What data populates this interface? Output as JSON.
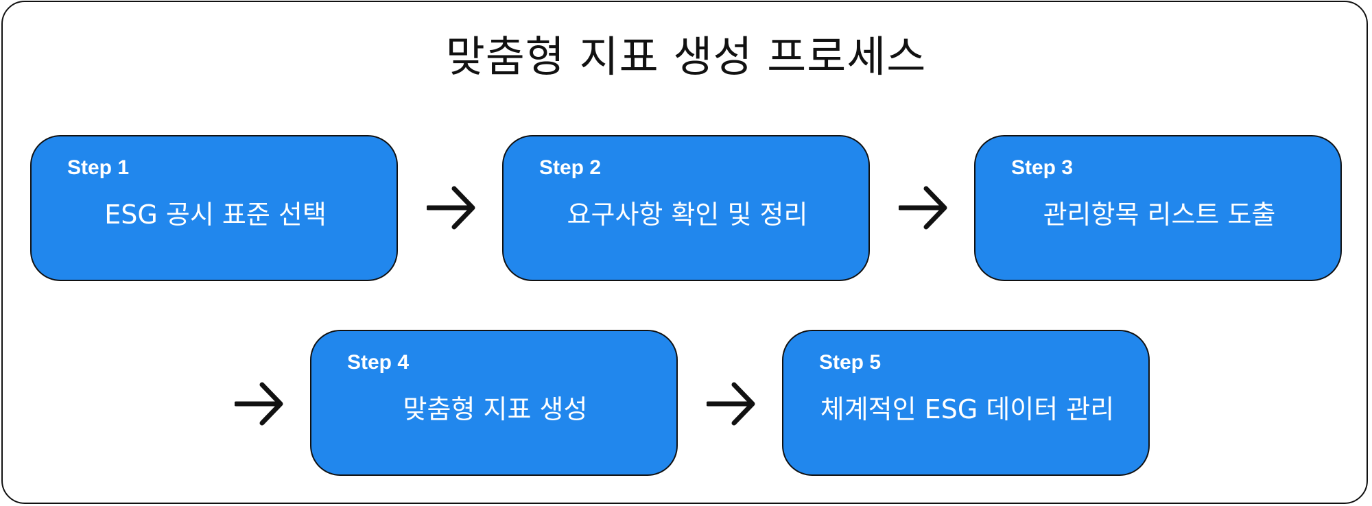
{
  "title": "맞춤형 지표 생성 프로세스",
  "steps": [
    {
      "label": "Step 1",
      "text": "ESG 공시 표준 선택"
    },
    {
      "label": "Step 2",
      "text": "요구사항 확인 및 정리"
    },
    {
      "label": "Step 3",
      "text": "관리항목 리스트 도출"
    },
    {
      "label": "Step 4",
      "text": "맞춤형 지표 생성"
    },
    {
      "label": "Step 5",
      "text": "체계적인 ESG 데이터 관리"
    }
  ],
  "colors": {
    "step_fill": "#2187ED",
    "border": "#111111",
    "text_on_step": "#FFFFFF",
    "title": "#111111"
  },
  "icons": {
    "arrow": "right-arrow-icon"
  }
}
